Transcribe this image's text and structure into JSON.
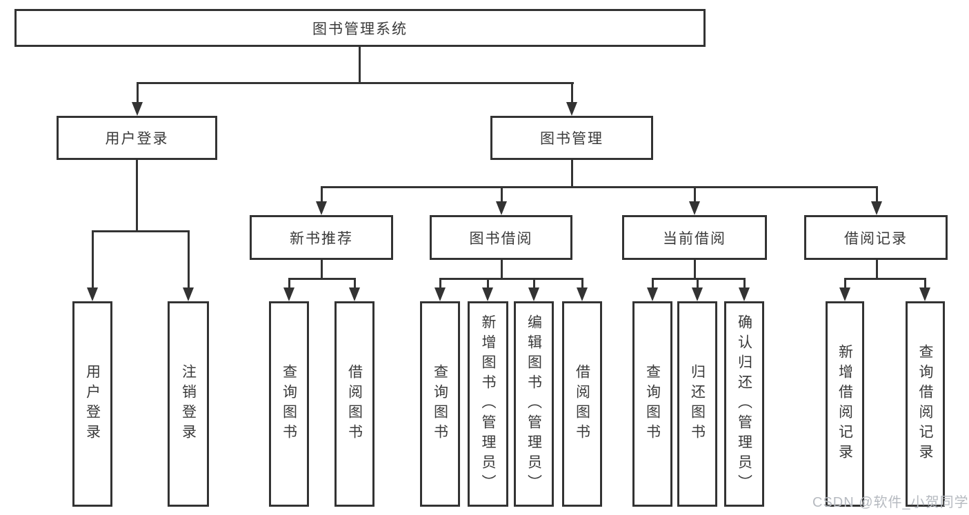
{
  "diagram": {
    "tree": {
      "label": "图书管理系统",
      "children": [
        {
          "label": "用户登录",
          "children": [
            {
              "label": "用户登录"
            },
            {
              "label": "注销登录"
            }
          ]
        },
        {
          "label": "图书管理",
          "children": [
            {
              "label": "新书推荐",
              "children": [
                {
                  "label": "查询图书"
                },
                {
                  "label": "借阅图书"
                }
              ]
            },
            {
              "label": "图书借阅",
              "children": [
                {
                  "label": "查询图书"
                },
                {
                  "label": "新增图书（管理员）"
                },
                {
                  "label": "编辑图书（管理员）"
                },
                {
                  "label": "借阅图书"
                }
              ]
            },
            {
              "label": "当前借阅",
              "children": [
                {
                  "label": "查询图书"
                },
                {
                  "label": "归还图书"
                },
                {
                  "label": "确认归还（管理员）"
                }
              ]
            },
            {
              "label": "借阅记录",
              "children": [
                {
                  "label": "新增借阅记录"
                },
                {
                  "label": "查询借阅记录"
                }
              ]
            }
          ]
        }
      ]
    },
    "colors": {
      "line": "#333333",
      "text": "#3a3a3a",
      "background": "#ffffff",
      "watermark": "#b6bac0"
    }
  },
  "watermark": {
    "text": "CSDN @软件_小贺同学"
  }
}
